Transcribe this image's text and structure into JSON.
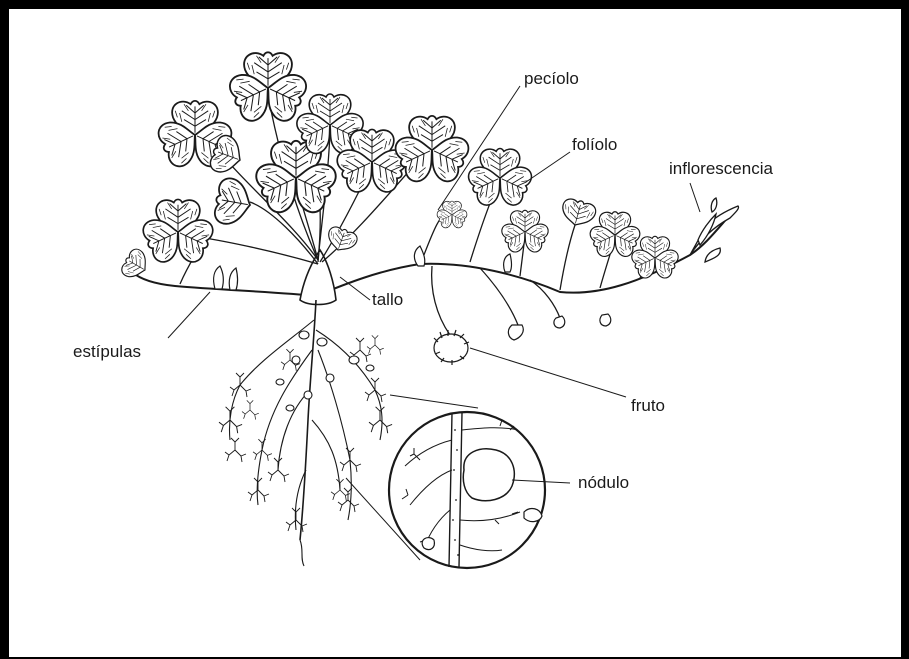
{
  "diagram": {
    "labels": {
      "peciolo": "pecíolo",
      "foliolo": "folíolo",
      "inflorescencia": "inflorescencia",
      "tallo": "tallo",
      "estipulas": "estípulas",
      "fruto": "fruto",
      "nodulo": "nódulo"
    },
    "colors": {
      "ink": "#1a1a1a",
      "frame": "#000000",
      "background": "#ffffff"
    }
  }
}
